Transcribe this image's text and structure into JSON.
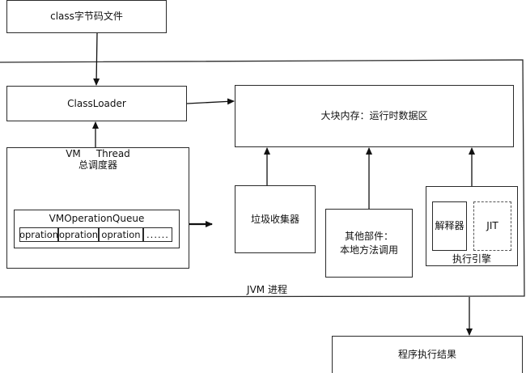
{
  "title": "",
  "nodes": {
    "class_file": "class字节码文件",
    "classloader": "ClassLoader",
    "vm_thread_line1": "VM     Thread",
    "vm_thread_line2": "总调度器",
    "vm_op_queue": "VMOperationQueue",
    "queue_cells": [
      "opration",
      "opration",
      "opration",
      "......"
    ],
    "memory": "大块内存：运行时数据区",
    "gc": "垃圾收集器",
    "other_line1": "其他部件：",
    "other_line2": "本地方法调用",
    "interpreter": "解释器",
    "jit": "JIT",
    "exec_engine": "执行引擎",
    "jvm_process": "JVM 进程",
    "result": "程序执行结果"
  }
}
